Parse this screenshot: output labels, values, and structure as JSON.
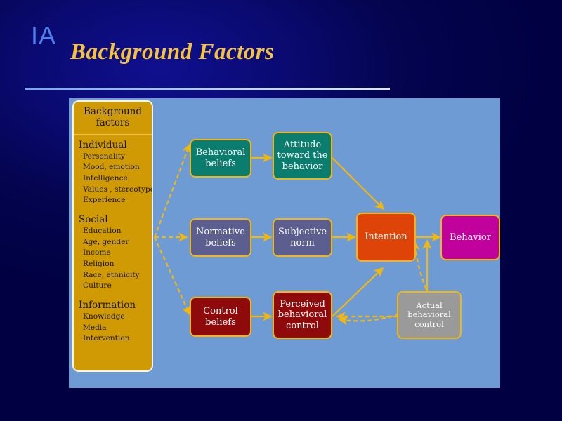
{
  "slide": {
    "logo": "IA",
    "title": "Background Factors",
    "background_color": "#000042",
    "title_color": "#f5c33b",
    "logo_color": "#4f7fe8",
    "panel_color": "#6f9bd5",
    "accent_color": "#f2b70c"
  },
  "sidebar": {
    "header": "Background\nfactors",
    "header_line1": "Background",
    "header_line2": "factors",
    "background_color": "#d09a05",
    "groups": [
      {
        "title": "Individual",
        "items": [
          "Personality",
          "Mood, emotion",
          "Intelligence",
          "Values , stereotypes",
          "Experience"
        ]
      },
      {
        "title": "Social",
        "items": [
          "Education",
          "Age, gender",
          "Income",
          "Religion",
          "Race, ethnicity",
          "Culture"
        ]
      },
      {
        "title": "Information",
        "items": [
          "Knowledge",
          "Media",
          "Intervention"
        ]
      }
    ]
  },
  "diagram": {
    "nodes": [
      {
        "id": "behavioral_beliefs",
        "label": "Behavioral\nbeliefs",
        "line1": "Behavioral",
        "line2": "beliefs",
        "line3": "",
        "color": "#0b7d6e"
      },
      {
        "id": "attitude",
        "label": "Attitude toward the behavior",
        "line1": "Attitude",
        "line2": "toward the",
        "line3": "behavior",
        "color": "#0b7d6e"
      },
      {
        "id": "normative_beliefs",
        "label": "Normative beliefs",
        "line1": "Normative",
        "line2": "beliefs",
        "line3": "",
        "color": "#5b5e8e"
      },
      {
        "id": "subjective_norm",
        "label": "Subjective norm",
        "line1": "Subjective",
        "line2": "norm",
        "line3": "",
        "color": "#5b5e8e"
      },
      {
        "id": "control_beliefs",
        "label": "Control beliefs",
        "line1": "Control",
        "line2": "beliefs",
        "line3": "",
        "color": "#8f0b0b"
      },
      {
        "id": "perceived_control",
        "label": "Perceived behavioral control",
        "line1": "Perceived",
        "line2": "behavioral",
        "line3": "control",
        "color": "#8f0b0b"
      },
      {
        "id": "intention",
        "label": "Intention",
        "line1": "Intention",
        "line2": "",
        "line3": "",
        "color": "#de4408"
      },
      {
        "id": "behavior",
        "label": "Behavior",
        "line1": "Behavior",
        "line2": "",
        "line3": "",
        "color": "#c1019c"
      },
      {
        "id": "actual_control",
        "label": "Actual behavioral control",
        "line1": "Actual",
        "line2": "behavioral",
        "line3": "control",
        "color": "#9a9a9a"
      }
    ]
  }
}
